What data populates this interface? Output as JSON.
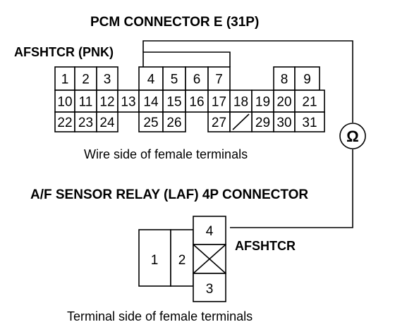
{
  "pcm_connector": {
    "title": "PCM CONNECTOR E (31P)",
    "wire_label": "AFSHTCR (PNK)",
    "caption": "Wire side of female terminals",
    "row1": [
      "1",
      "2",
      "3",
      "4",
      "5",
      "6",
      "7",
      "8",
      "9"
    ],
    "row2": [
      "10",
      "11",
      "12",
      "13",
      "14",
      "15",
      "16",
      "17",
      "18",
      "19",
      "20",
      "21"
    ],
    "row3": [
      "22",
      "23",
      "24",
      "25",
      "26",
      "27",
      "29",
      "30",
      "31"
    ]
  },
  "meter": {
    "symbol": "Ω"
  },
  "relay_connector": {
    "title": "A/F SENSOR RELAY (LAF) 4P CONNECTOR",
    "wire_label": "AFSHTCR",
    "caption": "Terminal side of female terminals",
    "pins": [
      "1",
      "2",
      "4",
      "3"
    ]
  }
}
